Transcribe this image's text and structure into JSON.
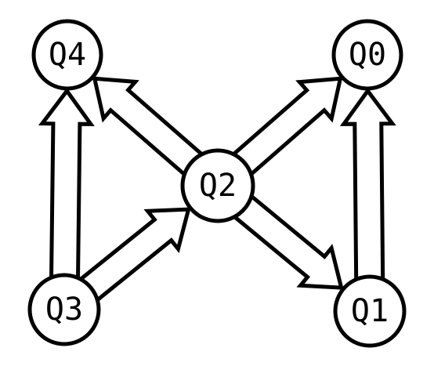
{
  "nodes": {
    "q4": {
      "label": "Q4"
    },
    "q0": {
      "label": "Q0"
    },
    "q2": {
      "label": "Q2"
    },
    "q3": {
      "label": "Q3"
    },
    "q1": {
      "label": "Q1"
    }
  },
  "edges": [
    {
      "from": "q2",
      "to": "q4"
    },
    {
      "from": "q2",
      "to": "q0"
    },
    {
      "from": "q2",
      "to": "q1"
    },
    {
      "from": "q3",
      "to": "q4"
    },
    {
      "from": "q3",
      "to": "q2"
    },
    {
      "from": "q1",
      "to": "q0"
    }
  ],
  "colors": {
    "stroke": "#000000",
    "fill": "#ffffff"
  }
}
